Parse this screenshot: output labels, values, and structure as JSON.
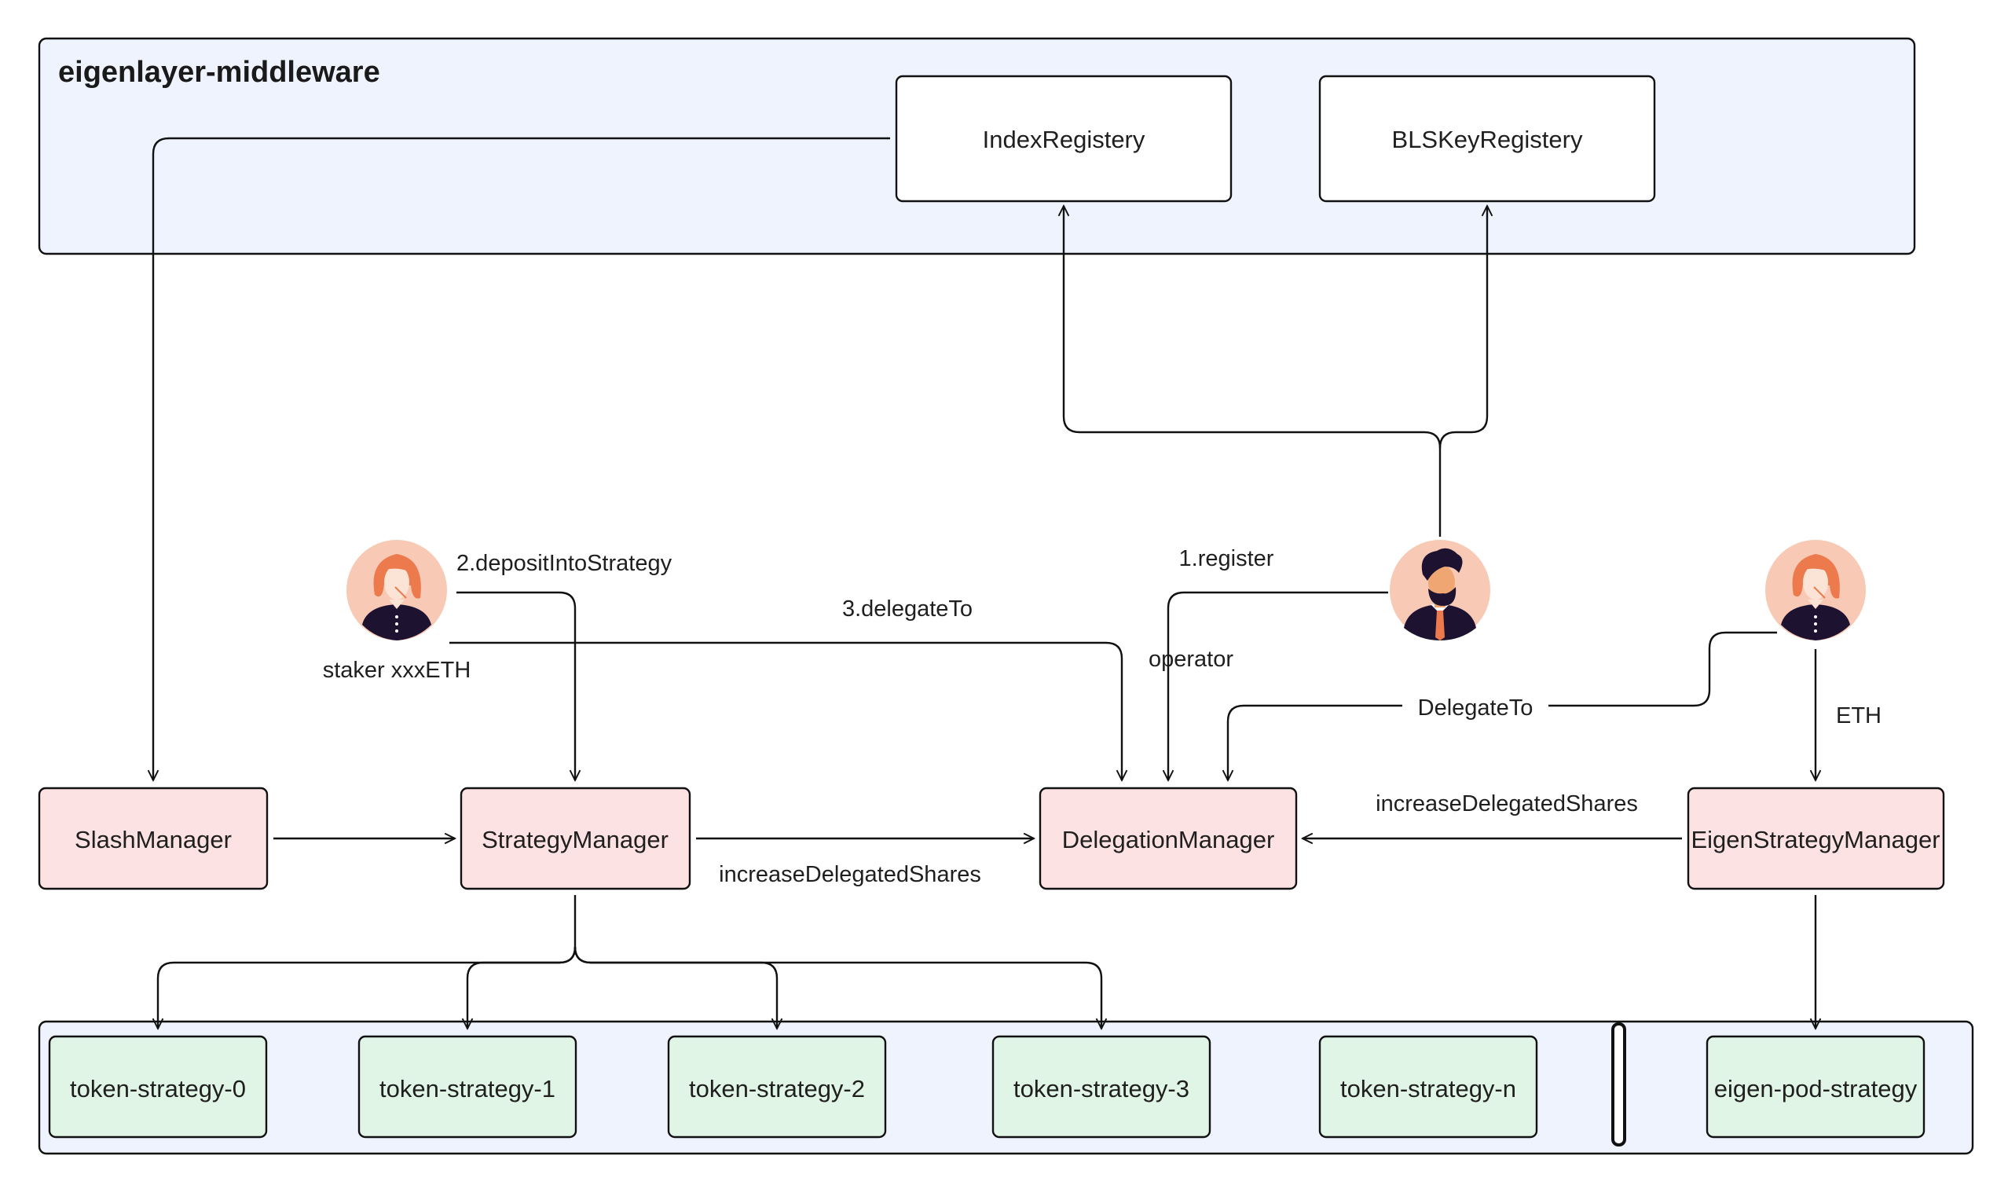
{
  "colors": {
    "group_fill": "#eef3fd",
    "pink_fill": "#fde2e4",
    "green_fill": "#e1f5e6",
    "white_fill": "#ffffff",
    "stroke": "#111111",
    "avatar_bg": "#f8c9b5",
    "hair": "#ec7a4c",
    "skin": "#fbe3d6",
    "man_skin": "#f0a672",
    "dark": "#1d1230"
  },
  "groups": {
    "middleware_title": "eigenlayer-middleware"
  },
  "registries": {
    "index": "IndexRegistery",
    "bls": "BLSKeyRegistery"
  },
  "managers": {
    "slash": "SlashManager",
    "strategy": "StrategyManager",
    "delegation": "DelegationManager",
    "eigen_strategy": "EigenStrategyManager"
  },
  "strategies": [
    "token-strategy-0",
    "token-strategy-1",
    "token-strategy-2",
    "token-strategy-3",
    "token-strategy-n",
    "eigen-pod-strategy"
  ],
  "actors": {
    "staker_label": "staker xxxETH",
    "operator_label": "operator"
  },
  "edges": {
    "deposit": "2.depositIntoStrategy",
    "delegate": "3.delegateTo",
    "register": "1.register",
    "delegate_to": "DelegateTo",
    "eth": "ETH",
    "increase_left": "increaseDelegatedShares",
    "increase_right": "increaseDelegatedShares"
  }
}
